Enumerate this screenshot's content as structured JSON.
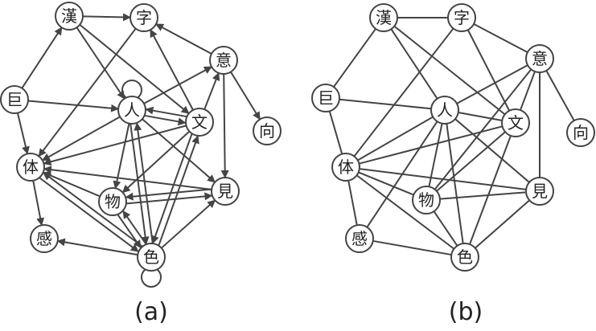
{
  "nodes": [
    "漢",
    "字",
    "意",
    "巨",
    "人",
    "文",
    "向",
    "体",
    "物",
    "見",
    "感",
    "色"
  ],
  "panel_a": {
    "caption": "(a)",
    "directed": true,
    "edges": [
      [
        "巨",
        "漢"
      ],
      [
        "漢",
        "字"
      ],
      [
        "漢",
        "人"
      ],
      [
        "漢",
        "文"
      ],
      [
        "字",
        "体"
      ],
      [
        "意",
        "字"
      ],
      [
        "意",
        "向"
      ],
      [
        "意",
        "見"
      ],
      [
        "巨",
        "人"
      ],
      [
        "巨",
        "体"
      ],
      [
        "人",
        "人"
      ],
      [
        "人",
        "意"
      ],
      [
        "人",
        "文"
      ],
      [
        "文",
        "人"
      ],
      [
        "人",
        "体"
      ],
      [
        "人",
        "物"
      ],
      [
        "人",
        "見"
      ],
      [
        "人",
        "色"
      ],
      [
        "色",
        "人"
      ],
      [
        "文",
        "字"
      ],
      [
        "文",
        "意"
      ],
      [
        "文",
        "体"
      ],
      [
        "文",
        "物"
      ],
      [
        "文",
        "色"
      ],
      [
        "色",
        "文"
      ],
      [
        "体",
        "感"
      ],
      [
        "体",
        "色"
      ],
      [
        "物",
        "体"
      ],
      [
        "色",
        "体"
      ],
      [
        "物",
        "見"
      ],
      [
        "見",
        "物"
      ],
      [
        "物",
        "色"
      ],
      [
        "色",
        "物"
      ],
      [
        "色",
        "見"
      ],
      [
        "見",
        "体"
      ],
      [
        "色",
        "感"
      ],
      [
        "色",
        "色"
      ]
    ]
  },
  "panel_b": {
    "caption": "(b)",
    "directed": false,
    "edges": [
      [
        "巨",
        "漢"
      ],
      [
        "巨",
        "人"
      ],
      [
        "巨",
        "体"
      ],
      [
        "漢",
        "字"
      ],
      [
        "漢",
        "人"
      ],
      [
        "漢",
        "文"
      ],
      [
        "字",
        "体"
      ],
      [
        "字",
        "意"
      ],
      [
        "字",
        "文"
      ],
      [
        "意",
        "向"
      ],
      [
        "意",
        "人"
      ],
      [
        "意",
        "文"
      ],
      [
        "意",
        "見"
      ],
      [
        "意",
        "物"
      ],
      [
        "人",
        "文"
      ],
      [
        "人",
        "体"
      ],
      [
        "人",
        "物"
      ],
      [
        "人",
        "見"
      ],
      [
        "人",
        "色"
      ],
      [
        "人",
        "感"
      ],
      [
        "文",
        "体"
      ],
      [
        "文",
        "物"
      ],
      [
        "文",
        "色"
      ],
      [
        "体",
        "感"
      ],
      [
        "体",
        "色"
      ],
      [
        "体",
        "物"
      ],
      [
        "体",
        "見"
      ],
      [
        "物",
        "見"
      ],
      [
        "物",
        "色"
      ],
      [
        "見",
        "色"
      ],
      [
        "感",
        "色"
      ]
    ]
  }
}
